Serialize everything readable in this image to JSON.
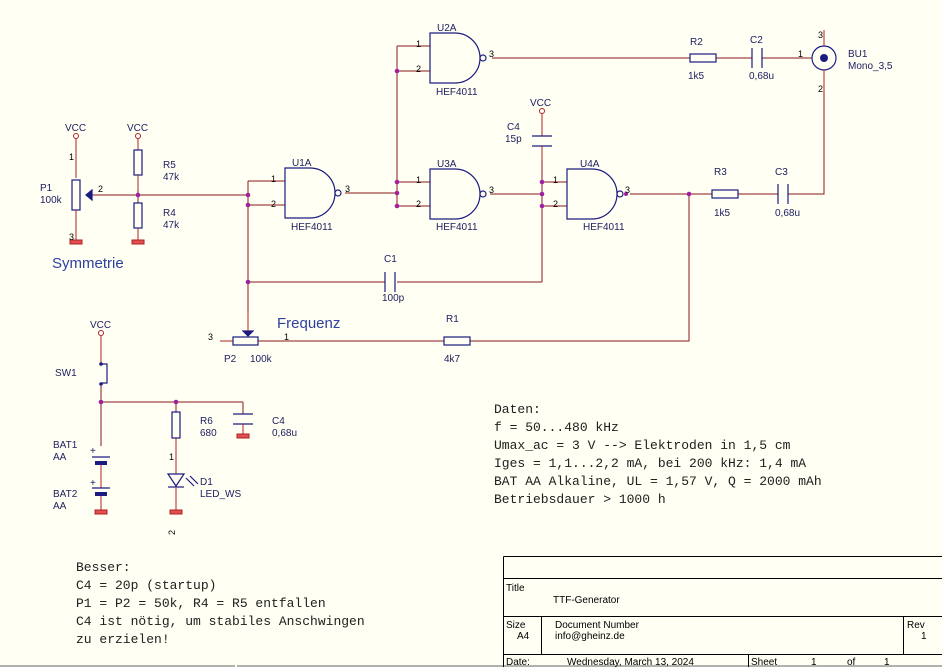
{
  "labels": {
    "vcc": "VCC",
    "p1": "P1",
    "p1_val": "100k",
    "r5": "R5",
    "r5_val": "47k",
    "r4": "R4",
    "r4_val": "47k",
    "symmetrie": "Symmetrie",
    "u1a": "U1A",
    "u2a": "U2A",
    "u3a": "U3A",
    "u4a": "U4A",
    "gate_part": "HEF4011",
    "r2": "R2",
    "r2_val": "1k5",
    "c2": "C2",
    "c2_val": "0,68u",
    "bu1": "BU1",
    "bu1_val": "Mono_3,5",
    "c4top": "C4",
    "c4top_val": "15p",
    "r3": "R3",
    "r3_val": "1k5",
    "c3": "C3",
    "c3_val": "0,68u",
    "c1": "C1",
    "c1_val": "100p",
    "frequenz": "Frequenz",
    "p2": "P2",
    "p2_val": "100k",
    "r1": "R1",
    "r1_val": "4k7",
    "sw1": "SW1",
    "r6": "R6",
    "r6_val": "680",
    "c4": "C4",
    "c4_val": "0,68u",
    "bat1": "BAT1",
    "bat1_val": "AA",
    "bat2": "BAT2",
    "bat2_val": "AA",
    "d1": "D1",
    "d1_val": "LED_WS",
    "pin1": "1",
    "pin2": "2",
    "pin3": "3"
  },
  "notes_daten": [
    "Daten:",
    "f = 50...480 kHz",
    "Umax_ac = 3 V --> Elektroden in 1,5 cm",
    "Iges = 1,1...2,2 mA, bei 200 kHz: 1,4 mA",
    "BAT AA Alkaline, UL = 1,57 V, Q = 2000 mAh",
    "Betriebsdauer > 1000 h"
  ],
  "notes_besser": [
    "Besser:",
    "C4 = 20p (startup)",
    "P1 = P2 = 50k, R4 = R5 entfallen",
    "C4 ist nötig, um stabiles Anschwingen",
    "zu erzielen!"
  ],
  "title_block": {
    "title_label": "Title",
    "title": "TTF-Generator",
    "size_label": "Size",
    "size": "A4",
    "docnum_label": "Document Number",
    "docnum": "info@gheinz.de",
    "rev_label": "Rev",
    "rev": "1",
    "date_label": "Date:",
    "date": "Wednesday, March 13, 2024",
    "sheet_label": "Sheet",
    "sheet": "1",
    "of_label": "of",
    "of": "1"
  }
}
